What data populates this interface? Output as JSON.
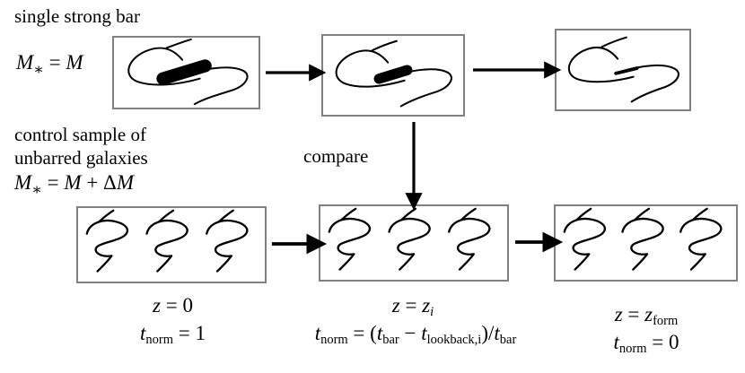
{
  "figure": {
    "type": "schematic-diagram",
    "title": "Bar evolution comparison schematic",
    "background_color": "#ffffff",
    "ink_color": "#000000",
    "frame_color": "#808080"
  },
  "annotations": {
    "top_row_title": "single strong bar",
    "top_row_mass": "M* = M",
    "bottom_row_title_line1": "control sample of",
    "bottom_row_title_line2": "unbarred  galaxies",
    "bottom_row_mass": "M* = M + ΔM",
    "compare_label": "compare"
  },
  "rows": [
    {
      "name": "barred-galaxy-row",
      "description": "single strong bar, mass M",
      "panels": [
        {
          "name": "barred-panel-z0",
          "bar_strength": "strong",
          "bar_length": 0.42,
          "bar_thickness": 0.16,
          "galaxies": 1
        },
        {
          "name": "barred-panel-zi",
          "bar_strength": "moderate",
          "bar_length": 0.26,
          "bar_thickness": 0.12,
          "galaxies": 1
        },
        {
          "name": "barred-panel-zform",
          "bar_strength": "weak",
          "bar_length": 0.16,
          "bar_thickness": 0.035,
          "galaxies": 1
        }
      ]
    },
    {
      "name": "unbarred-control-row",
      "description": "control sample of unbarred galaxies, mass M + dM",
      "panels": [
        {
          "name": "control-panel-z0",
          "galaxies": 3
        },
        {
          "name": "control-panel-zi",
          "galaxies": 3
        },
        {
          "name": "control-panel-zform",
          "galaxies": 3
        }
      ]
    }
  ],
  "columns": [
    {
      "name": "column-z0",
      "redshift_label": "z = 0",
      "tnorm_label": "t_norm = 1",
      "tnorm_value": 1
    },
    {
      "name": "column-zi",
      "redshift_label": "z = z_i",
      "tnorm_label": "t_norm = (t_bar − t_lookback,i)/t_bar",
      "tnorm_value": null
    },
    {
      "name": "column-zform",
      "redshift_label": "z = z_form",
      "tnorm_label": "t_norm = 0",
      "tnorm_value": 0
    }
  ],
  "arrows": [
    {
      "name": "arrow-top-1-to-2",
      "direction": "right"
    },
    {
      "name": "arrow-top-2-to-3",
      "direction": "right"
    },
    {
      "name": "arrow-bottom-1-to-2",
      "direction": "right"
    },
    {
      "name": "arrow-bottom-2-to-3",
      "direction": "right"
    },
    {
      "name": "arrow-compare-down",
      "direction": "down"
    }
  ]
}
